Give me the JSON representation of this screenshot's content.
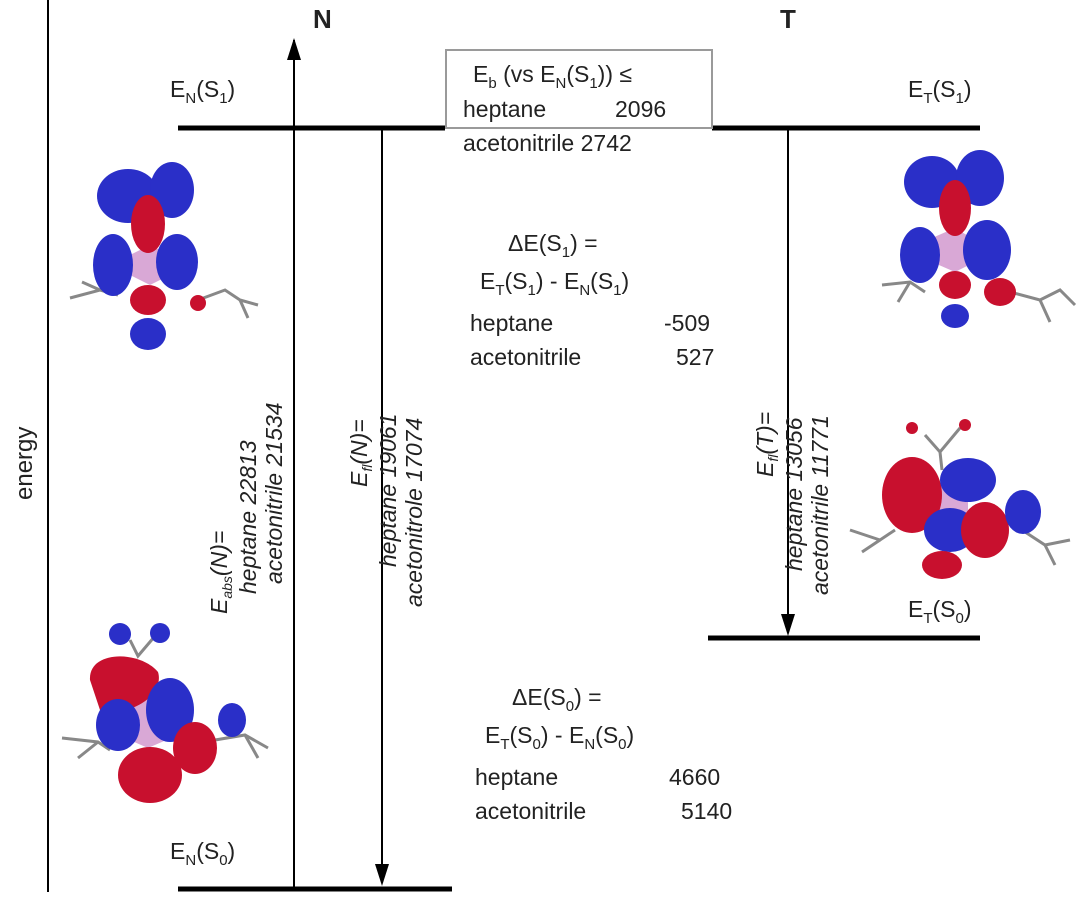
{
  "headers": {
    "n": "N",
    "t": "T"
  },
  "axis": {
    "label": "energy"
  },
  "levels": {
    "n_s1": {
      "main": "E",
      "sub1": "N",
      "mid": "(S",
      "sub2": "1",
      "end": ")"
    },
    "t_s1": {
      "main": "E",
      "sub1": "T",
      "mid": "(S",
      "sub2": "1",
      "end": ")"
    },
    "n_s0": {
      "main": "E",
      "sub1": "N",
      "mid": "(S",
      "sub2": "0",
      "end": ")"
    },
    "t_s0": {
      "main": "E",
      "sub1": "T",
      "mid": "(S",
      "sub2": "0",
      "end": ")"
    }
  },
  "eb_box": {
    "title_a": "E",
    "title_sub_b": "b",
    "title_b": " (vs E",
    "title_sub_n": "N",
    "title_c": "(S",
    "title_sub_1": "1",
    "title_d": ")) ≤",
    "rows": [
      {
        "solvent": "heptane",
        "value": "2096"
      },
      {
        "solvent": "acetonitrile",
        "value": "2742"
      }
    ]
  },
  "delta_s1": {
    "line1_a": "ΔE(S",
    "line1_sub": "1",
    "line1_b": ") =",
    "line2_a": "E",
    "line2_subT": "T",
    "line2_b": "(S",
    "line2_sub1": "1",
    "line2_c": ") - E",
    "line2_subN": "N",
    "line2_d": "(S",
    "line2_sub2": "1",
    "line2_e": ")",
    "rows": [
      {
        "solvent": "heptane",
        "value": "-509"
      },
      {
        "solvent": "acetonitrile",
        "value": "527"
      }
    ]
  },
  "delta_s0": {
    "line1_a": "ΔE(S",
    "line1_sub": "0",
    "line1_b": ") =",
    "line2_a": "E",
    "line2_subT": "T",
    "line2_b": "(S",
    "line2_sub1": "0",
    "line2_c": ") - E",
    "line2_subN": "N",
    "line2_d": "(S",
    "line2_sub2": "0",
    "line2_e": ")",
    "rows": [
      {
        "solvent": "heptane",
        "value": "4660"
      },
      {
        "solvent": "acetonitrile",
        "value": "5140"
      }
    ]
  },
  "arrows": {
    "abs_n": {
      "e": "E",
      "sub": "abs",
      "rest": "(N)=",
      "line2": "heptane  22813",
      "line3": "acetonitrile  21534"
    },
    "fl_n": {
      "e": "E",
      "sub": "fl",
      "rest": "(N)=",
      "line2": "heptane  19061",
      "line3": "acetonitrole  17074"
    },
    "fl_t": {
      "e": "E",
      "sub": "fl",
      "rest": "(T)=",
      "line2": "heptane  13056",
      "line3": "acetonitrile  11771"
    }
  },
  "colors": {
    "lobe_red": "#c8102e",
    "lobe_blue": "#2a2fc8",
    "ring": "#d9a8d6",
    "line": "#000000",
    "box": "#9a9a9a"
  }
}
